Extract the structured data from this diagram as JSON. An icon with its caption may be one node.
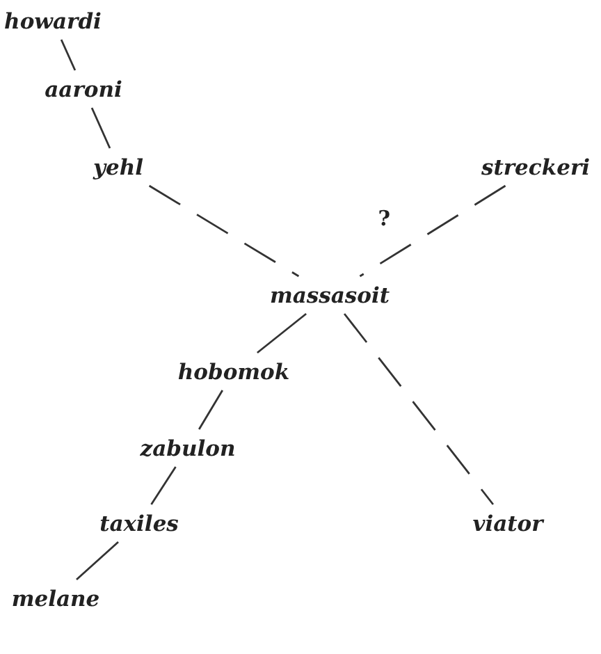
{
  "diagram": {
    "nodes": [
      {
        "text": [
          "howardi"
        ]
      },
      {
        "text": [
          "aaroni"
        ]
      },
      {
        "text": [
          "yehl"
        ]
      },
      {
        "text": [
          "streckeri"
        ]
      },
      {
        "text": [
          "massasoit"
        ]
      },
      {
        "text": [
          "hobomok"
        ]
      },
      {
        "text": [
          "zabulon"
        ]
      },
      {
        "text": [
          "taxiles"
        ]
      },
      {
        "text": [
          "viator"
        ]
      },
      {
        "text": [
          "melane"
        ]
      }
    ],
    "edges": [
      {
        "from": 0,
        "to": 1,
        "arrow": "none"
      },
      {
        "from": 1,
        "to": 2,
        "arrow": "none"
      },
      {
        "from": 2,
        "to": 4,
        "arrow": "none",
        "style": "dashed"
      },
      {
        "from": 3,
        "to": 4,
        "arrow": "none",
        "style": "dashed",
        "label": "?"
      },
      {
        "from": 4,
        "to": 5,
        "arrow": "none"
      },
      {
        "from": 5,
        "to": 6,
        "arrow": "none"
      },
      {
        "from": 6,
        "to": 7,
        "arrow": "none"
      },
      {
        "from": 7,
        "to": 9,
        "arrow": "none"
      },
      {
        "from": 4,
        "to": 8,
        "arrow": "none",
        "style": "dashed"
      }
    ]
  }
}
